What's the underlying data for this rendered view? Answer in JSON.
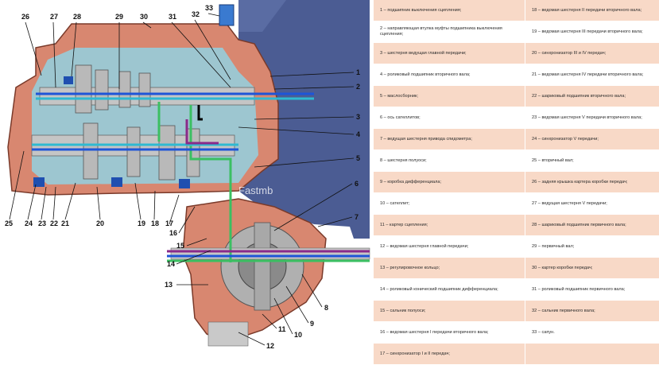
{
  "watermark": "Fastmb",
  "callouts": [
    "1",
    "2",
    "3",
    "4",
    "5",
    "6",
    "7",
    "8",
    "9",
    "10",
    "11",
    "12",
    "13",
    "14",
    "15",
    "16",
    "17",
    "18",
    "19",
    "20",
    "21",
    "22",
    "23",
    "24",
    "25",
    "26",
    "27",
    "28",
    "29",
    "30",
    "31",
    "32",
    "33"
  ],
  "legend": [
    [
      "1 – подшипник выключения сцепления;",
      "18 – ведомая шестерня II передачи вторичного вала;"
    ],
    [
      "2 – направляющая втулка муфты подшипника выключения сцепления;",
      "19 – ведомая шестерня III передачи вторичного вала;"
    ],
    [
      "3 – шестерня ведущая главной передачи;",
      "20 – синхронизатор III и IV передач;"
    ],
    [
      "4 – роликовый подшипник вторичного вала;",
      "21 – ведомая шестерня IV передачи вторичного вала;"
    ],
    [
      "5 – маслосборник;",
      "22 – шариковый подшипник вторичного вала;"
    ],
    [
      "6 – ось сателлитов;",
      "23 – ведомая шестерня V передачи вторичного вала;"
    ],
    [
      "7 – ведущая шестерня привода спидометра;",
      "24 – синхронизатор V передачи;"
    ],
    [
      "8 – шестерня полуоси;",
      "25 – вторичный вал;"
    ],
    [
      "9 – коробка дифференциала;",
      "26 – задняя крышка картера коробки передач;"
    ],
    [
      "10 – сателлит;",
      "27 – ведущая шестерня V передачи;"
    ],
    [
      "11 – картер сцепления;",
      "28 – шариковый подшипник первичного вала;"
    ],
    [
      "12 – ведомая шестерня главной передачи;",
      "29 – первичный вал;"
    ],
    [
      "13 – регулировочное кольцо;",
      "30 – картер коробки передач;"
    ],
    [
      "14 – роликовый конический подшипник дифференциала;",
      "31 – роликовый подшипник первичного вала;"
    ],
    [
      "15 – сальник полуоси;",
      "32 – сальник первичного вала;"
    ],
    [
      "16 – ведомая шестерня I передачи вторичного вала;",
      "33 – сапун."
    ],
    [
      "17 – синхронизатор I и II передач;",
      ""
    ]
  ]
}
